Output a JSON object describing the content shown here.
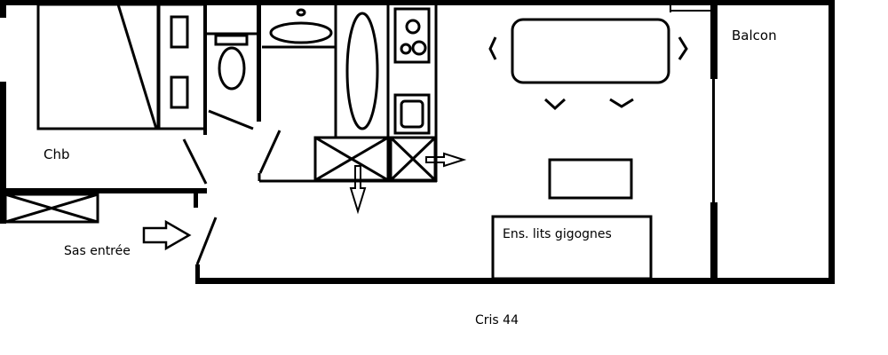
{
  "rooms": {
    "bedroom": "Chb",
    "entrance": "Sas entrée",
    "bunk_beds": "Ens. lits gigognes",
    "balcony": "Balcon"
  },
  "caption": "Cris 44",
  "colors": {
    "line": "#000000",
    "background": "#ffffff"
  }
}
